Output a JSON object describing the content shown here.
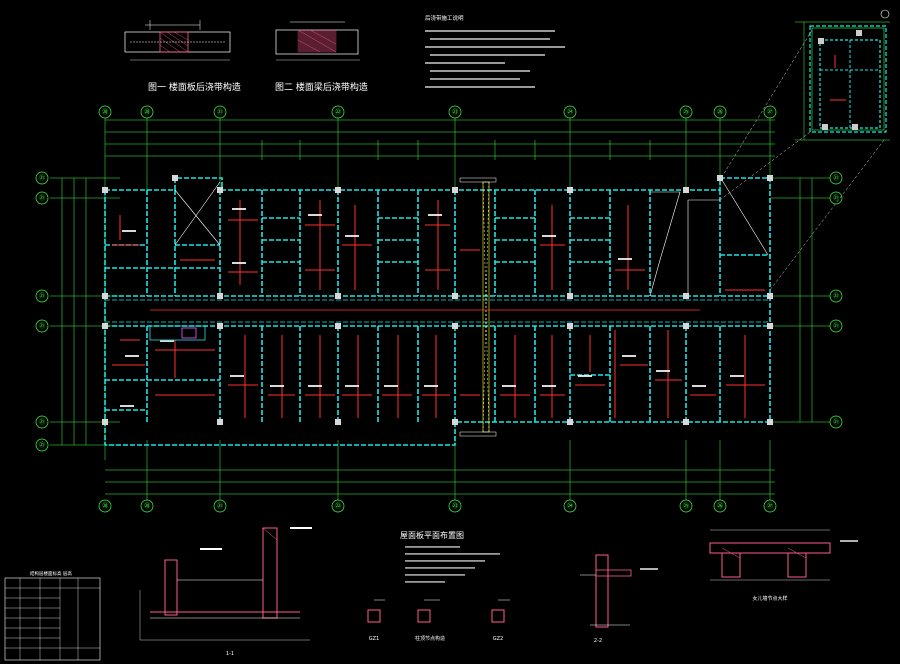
{
  "canvas": {
    "background": "#000000",
    "colors": {
      "wall": "#19e6e6",
      "dim": "#3cff3c",
      "beam": "#ff3030",
      "text": "#ffffff",
      "slab_label": "#ffffff",
      "structure": "#ff5a8c",
      "hatch": "#ffff00"
    }
  },
  "details_top": {
    "fig1_caption": "图一  楼面板后浇带构造",
    "fig2_caption": "图二  楼面梁后浇带构造"
  },
  "notes_top": {
    "heading": "后浇带施工说明"
  },
  "plan": {
    "top_axes": [
      "⑳",
      "⑳",
      "㉑",
      "㉒",
      "㉓",
      "㉔",
      "㉕",
      "㉖",
      "㉗"
    ],
    "bottom_axes": [
      "⑳",
      "⑳",
      "㉑",
      "㉒",
      "㉓",
      "㉔",
      "㉕",
      "㉖",
      "㉗"
    ],
    "left_axes": [
      "㉑",
      "㉑",
      "㉑",
      "㉑",
      "㉑",
      "㉑"
    ],
    "right_axes": [
      "㉑",
      "㉑",
      "㉑",
      "㉑",
      "㉑",
      "㉑"
    ]
  },
  "bottom": {
    "notes_title": "屋面板平面布置图",
    "labels": {
      "section_1": "1-1",
      "section_2": "2-2",
      "gz1": "GZ1",
      "gz2": "GZ2",
      "detail_caption": "柱顶节点构造",
      "beam_caption": "女儿墙节点大样"
    }
  },
  "table": {
    "header": "结构层楼面标高  层高"
  }
}
